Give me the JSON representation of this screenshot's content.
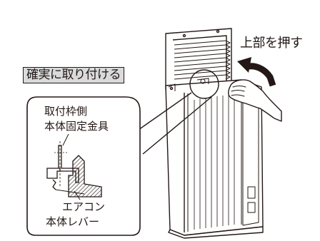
{
  "labels": {
    "secure_attach": "確実に取り付ける",
    "push_top": "上部を押す",
    "frame_side_line1": "取付枠側",
    "frame_side_line2": "本体固定金具",
    "lever_line1": "エアコン",
    "lever_line2": "本体レバー"
  },
  "colors": {
    "ink": "#231815",
    "label_box_fill": "#d9dadb",
    "hatch": "#231815"
  }
}
